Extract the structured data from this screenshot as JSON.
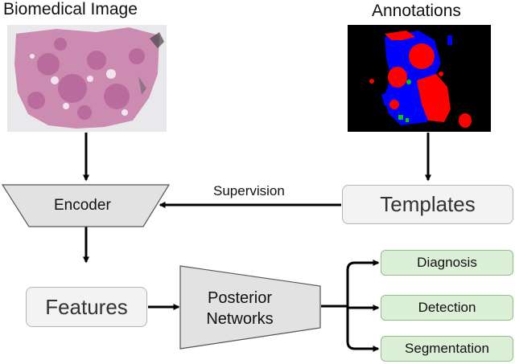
{
  "labels": {
    "biomedical_image": "Biomedical Image",
    "annotations": "Annotations",
    "encoder": "Encoder",
    "supervision": "Supervision",
    "templates": "Templates",
    "features": "Features",
    "posterior_line1": "Posterior",
    "posterior_line2": "Networks",
    "diagnosis": "Diagnosis",
    "detection": "Detection",
    "segmentation": "Segmentation"
  },
  "colors": {
    "node_gray_fill": "#f3f3f3",
    "node_gray_stroke": "#b5b5b5",
    "trapezoid_fill": "#e2e2e2",
    "task_fill": "#dcefd7",
    "task_stroke": "#8fbf86",
    "arrow": "#000000",
    "annotation_background": "#000000",
    "annotation_red": "#ff0000",
    "annotation_blue": "#0000ff",
    "annotation_green": "#00cc00",
    "tissue": "#c77aa6"
  }
}
